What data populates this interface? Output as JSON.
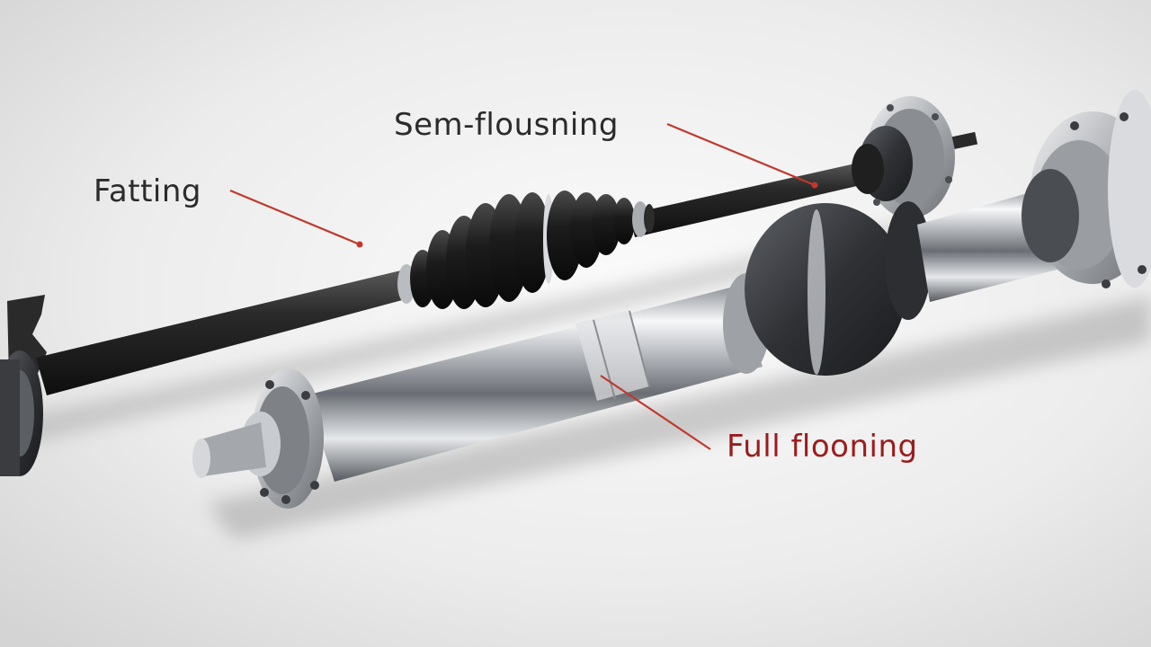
{
  "labels": {
    "fatting": "Fatting",
    "semi_floating": "Sem-flousning",
    "full_floating": "Full flooning"
  },
  "colors": {
    "background": "#ececec",
    "callout_line": "#c0392b",
    "full_label": "#9a1c1c",
    "label_text": "#2b2b2b",
    "boot_rubber": "#1e1e1e",
    "chrome": "#c9ccd0"
  }
}
